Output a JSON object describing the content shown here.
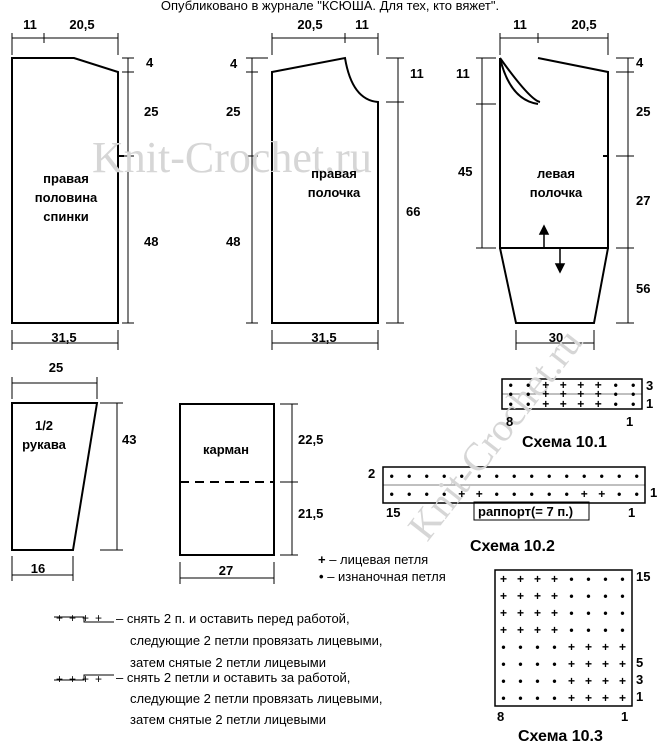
{
  "header": {
    "published": "Опубликовано в журнале \"КСЮША. Для тех, кто вяжет\"."
  },
  "watermarks": {
    "main": "Knit-Crochet.ru",
    "diagonal": "Knit-Crochet.ru"
  },
  "back": {
    "name": [
      "правая",
      "половина",
      "спинки"
    ],
    "top_left": "11",
    "top_right": "20,5",
    "shoulder_drop": "4",
    "armhole": "25",
    "lower": "48",
    "width": "31,5"
  },
  "right_front": {
    "name": [
      "правая",
      "полочка"
    ],
    "top_left": "20,5",
    "top_right": "11",
    "shoulder_drop": "4",
    "neck_depth": "11",
    "armhole": "25",
    "lower": "48",
    "total": "66",
    "width": "31,5"
  },
  "left_front": {
    "name": [
      "левая",
      "полочка"
    ],
    "top_left": "11",
    "top_right": "20,5",
    "neck_depth": "11",
    "shoulder_drop": "4",
    "armhole": "25",
    "upper_total": "45",
    "middle": "27",
    "lower_total": "56",
    "bottom_width": "30"
  },
  "sleeve": {
    "name": [
      "1/2",
      "рукава"
    ],
    "top_width": "25",
    "height": "43",
    "bottom_width": "16"
  },
  "pocket": {
    "name": "карман",
    "upper": "22,5",
    "lower": "21,5",
    "width": "27"
  },
  "legend": {
    "knit": "– лицевая петля",
    "purl": "– изнаночная петля"
  },
  "cable_notes": [
    {
      "line1": "– снять 2 п. и оставить перед работой,",
      "line2": "следующие 2 петли провязать  лицевыми,",
      "line3": "затем снятые 2 петли лицевыми"
    },
    {
      "line1": "– снять 2 петли и оставить за работой,",
      "line2": "следующие 2 петли провязать лицевыми,",
      "line3": "затем снятые 2 петли лицевыми"
    }
  ],
  "schemes": [
    {
      "caption": "Схема 10.1",
      "rows": [
        [
          "purl",
          "purl",
          "knit",
          "knit",
          "knit",
          "knit",
          "purl",
          "purl"
        ],
        [
          "purl",
          "purl",
          "knit",
          "knit",
          "knit",
          "knit",
          "purl",
          "purl"
        ],
        [
          "purl",
          "purl",
          "knit",
          "knit",
          "knit",
          "knit",
          "purl",
          "purl"
        ]
      ],
      "row_labels": [
        "3",
        "1"
      ],
      "col_left": "8",
      "col_right": "1"
    },
    {
      "caption": "Схема 10.2",
      "rows": [
        [
          "purl",
          "purl",
          "purl",
          "purl",
          "purl",
          "purl",
          "purl",
          "purl",
          "purl",
          "purl",
          "purl",
          "purl",
          "purl",
          "purl",
          "purl"
        ],
        [
          "purl",
          "purl",
          "purl",
          "purl",
          "knit",
          "knit",
          "purl",
          "purl",
          "purl",
          "purl",
          "purl",
          "knit",
          "knit",
          "purl",
          "purl"
        ]
      ],
      "row_labels": [
        "2",
        "1"
      ],
      "col_left": "15",
      "col_right": "1",
      "repeat": "раппорт(= 7 п.)"
    },
    {
      "caption": "Схема 10.3",
      "rows": [
        [
          "knit",
          "knit",
          "knit",
          "knit",
          "purl",
          "purl",
          "purl",
          "purl"
        ],
        [
          "knit",
          "knit",
          "knit",
          "knit",
          "purl",
          "purl",
          "purl",
          "purl"
        ],
        [
          "knit",
          "knit",
          "knit",
          "knit",
          "purl",
          "purl",
          "purl",
          "purl"
        ],
        [
          "knit",
          "knit",
          "knit",
          "knit",
          "purl",
          "purl",
          "purl",
          "purl"
        ],
        [
          "purl",
          "purl",
          "purl",
          "purl",
          "knit",
          "knit",
          "knit",
          "knit"
        ],
        [
          "purl",
          "purl",
          "purl",
          "purl",
          "knit",
          "knit",
          "knit",
          "knit"
        ],
        [
          "purl",
          "purl",
          "purl",
          "purl",
          "knit",
          "knit",
          "knit",
          "knit"
        ],
        [
          "purl",
          "purl",
          "purl",
          "purl",
          "knit",
          "knit",
          "knit",
          "knit"
        ]
      ],
      "row_labels": [
        "15",
        "5",
        "3",
        "1"
      ],
      "col_left": "8",
      "col_right": "1"
    }
  ]
}
